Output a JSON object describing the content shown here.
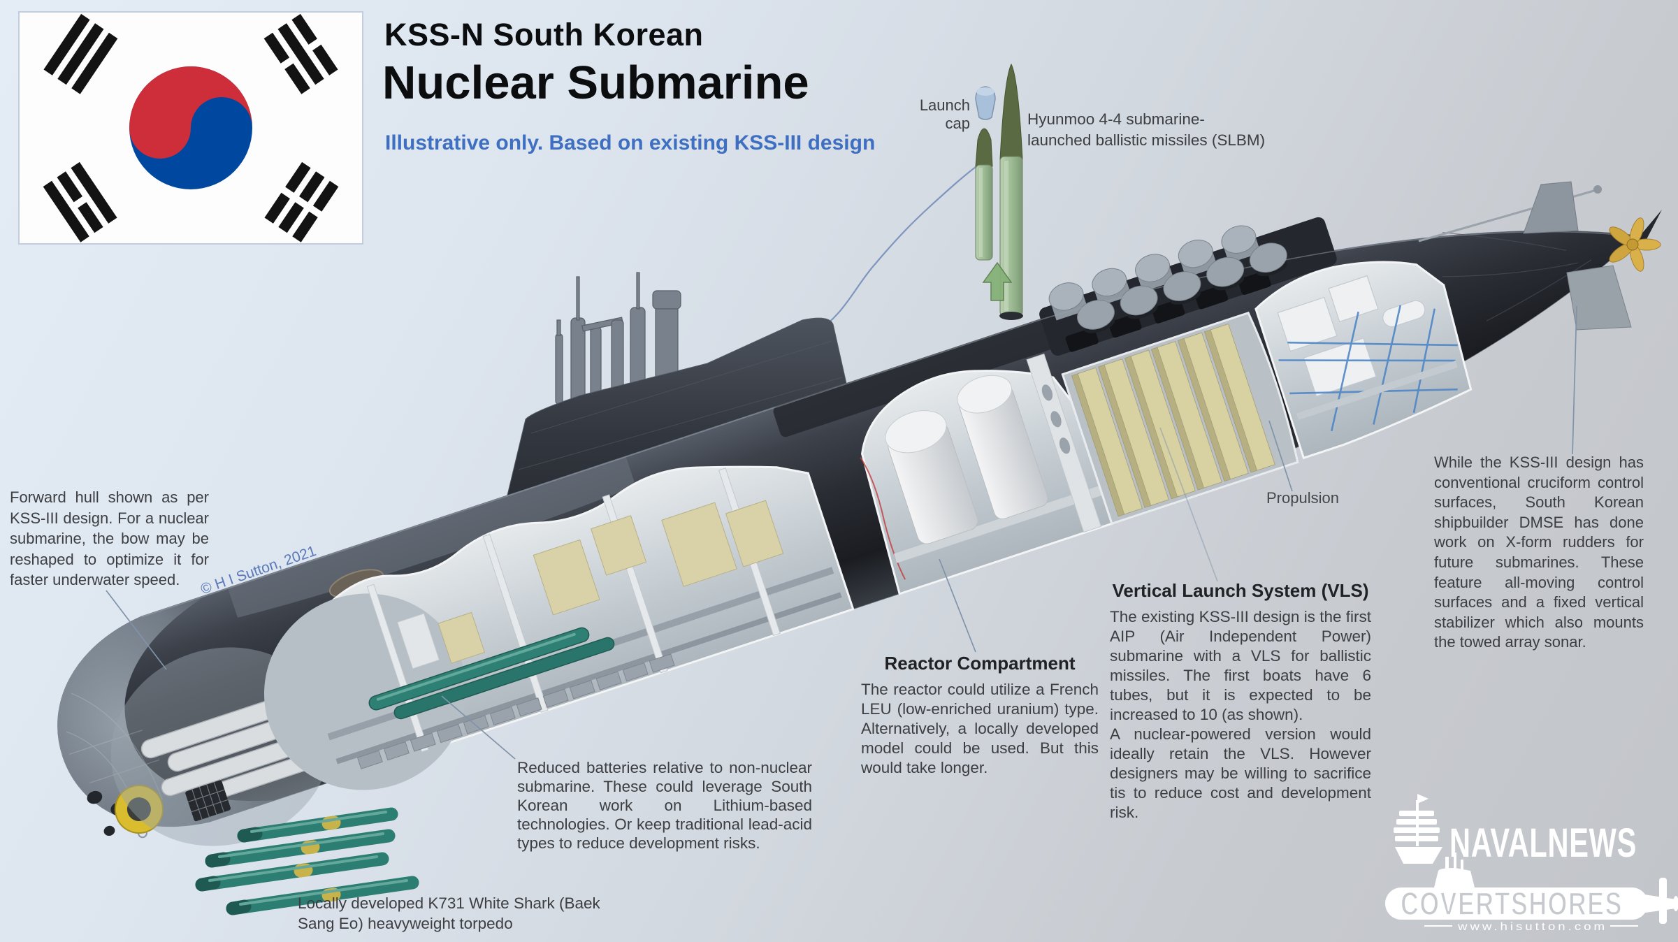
{
  "header": {
    "title_line1": "KSS-N South Korean",
    "title_line2": "Nuclear Submarine",
    "subtitle": "Illustrative only. Based on existing KSS-III design"
  },
  "labels": {
    "launch_cap": "Launch cap",
    "slbm_line1": "Hyunmoo 4-4 submarine-",
    "slbm_line2": "launched ballistic missiles (SLBM)",
    "propulsion": "Propulsion",
    "copyright": "© H I Sutton, 2021"
  },
  "annotations": {
    "forward_hull": "Forward hull shown as per KSS-III design. For a nuclear submarine, the bow may be reshaped to optimize it for faster underwater speed.",
    "batteries": "Reduced batteries relative to non-nuclear submarine. These could leverage South Korean work on Lithium-based technologies. Or keep traditional lead-acid types to reduce development risks.",
    "torpedo": "Locally developed K731 White Shark (Baek Sang Eo) heavyweight torpedo",
    "reactor_heading": "Reactor Compartment",
    "reactor_body": "The reactor could utilize a French LEU (low-enriched uranium) type. Alternatively, a locally developed model could be used. But this would take longer.",
    "vls_heading": "Vertical Launch System (VLS)",
    "vls_body1": "The existing KSS-III design is the first AIP (Air Independent Power) submarine with a VLS for ballistic missiles.  The first boats have 6 tubes, but it is expected to be increased to 10 (as shown).",
    "vls_body2": "A nuclear-powered version would ideally retain the VLS. However designers may be willing to sacrifice tis to reduce cost and development risk.",
    "stern": "While the KSS-III design has conventional cruciform control surfaces, South Korean shipbuilder DMSE has done work on X-form rudders for future submarines. These feature all-moving control surfaces and a fixed vertical stabilizer which also mounts the towed array sonar."
  },
  "footer": {
    "navalnews": "NAVALNEWS",
    "covertshores": "COVERTSHORES",
    "website": "www.hisutton.com"
  },
  "icons": {
    "flag": "south-korea-flag",
    "navalnews": "sailing-ship-icon",
    "covertshores": "submarine-silhouette-icon",
    "launch_direction": "up-arrow-icon"
  },
  "colors": {
    "flag_red": "#CD2E3A",
    "flag_blue": "#0047A0",
    "subtitle_blue": "#3F6FC0",
    "hull_dark": "#2A2D34",
    "missile_green": "#9DBB95",
    "torpedo_teal": "#2C7D72",
    "vls_tube_tan": "#D8D1A2",
    "propeller_gold": "#D4AB45",
    "logo_white": "#FFFFFF"
  }
}
